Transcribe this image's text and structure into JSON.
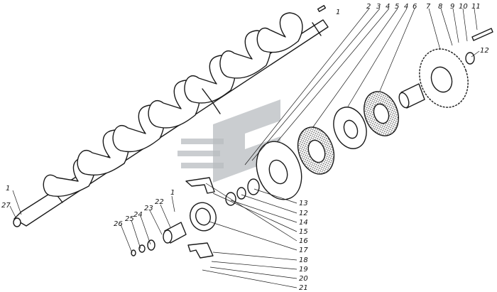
{
  "diagram": {
    "callouts": {
      "c1_top": "1",
      "c2": "2",
      "c3": "3",
      "c4a": "4",
      "c5": "5",
      "c4b": "4",
      "c6": "6",
      "c7": "7",
      "c8": "8",
      "c9": "9",
      "c10": "10",
      "c11": "11",
      "c12_top": "12",
      "c1_left": "1",
      "c27": "27",
      "c26": "26",
      "c25": "25",
      "c24": "24",
      "c23": "23",
      "c22": "22",
      "c1_mid": "1",
      "c13": "13",
      "c12_mid": "12",
      "c14": "14",
      "c15": "15",
      "c16": "16",
      "c17": "17",
      "c18": "18",
      "c19": "19",
      "c20": "20",
      "c21": "21"
    }
  }
}
